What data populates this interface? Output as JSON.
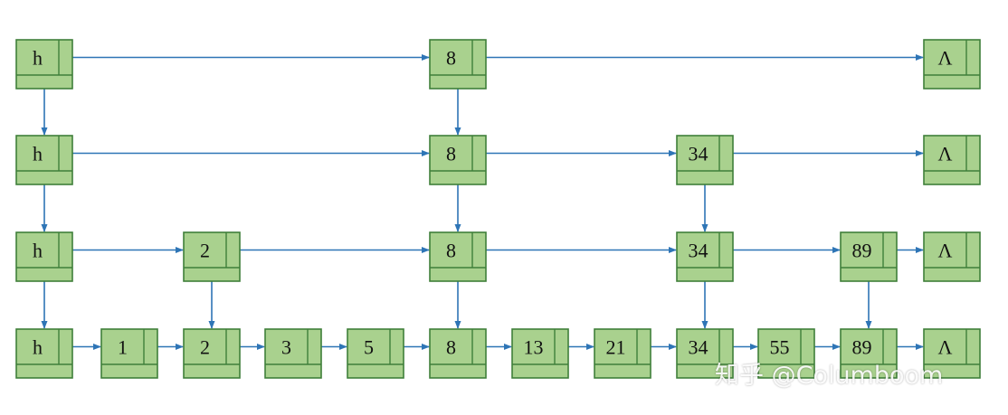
{
  "colors": {
    "node_fill": "#a9d18e",
    "node_border": "#3f7f3a",
    "arrow": "#2e75b6"
  },
  "levels": [
    {
      "nodes": [
        {
          "label": "h",
          "col": 0
        },
        {
          "label": "8",
          "col": 5
        },
        {
          "label": "Λ",
          "col": 11,
          "terminal": true
        }
      ]
    },
    {
      "nodes": [
        {
          "label": "h",
          "col": 0
        },
        {
          "label": "8",
          "col": 5
        },
        {
          "label": "34",
          "col": 8
        },
        {
          "label": "Λ",
          "col": 11,
          "terminal": true
        }
      ]
    },
    {
      "nodes": [
        {
          "label": "h",
          "col": 0
        },
        {
          "label": "2",
          "col": 2
        },
        {
          "label": "8",
          "col": 5
        },
        {
          "label": "34",
          "col": 8
        },
        {
          "label": "89",
          "col": 10
        },
        {
          "label": "Λ",
          "col": 11,
          "terminal": true
        }
      ]
    },
    {
      "nodes": [
        {
          "label": "h",
          "col": 0
        },
        {
          "label": "1",
          "col": 1
        },
        {
          "label": "2",
          "col": 2
        },
        {
          "label": "3",
          "col": 3
        },
        {
          "label": "5",
          "col": 4
        },
        {
          "label": "8",
          "col": 5
        },
        {
          "label": "13",
          "col": 6
        },
        {
          "label": "21",
          "col": 7
        },
        {
          "label": "34",
          "col": 8
        },
        {
          "label": "55",
          "col": 9
        },
        {
          "label": "89",
          "col": 10
        },
        {
          "label": "Λ",
          "col": 11,
          "terminal": true
        }
      ]
    }
  ],
  "watermark": "知乎 @Columboom"
}
